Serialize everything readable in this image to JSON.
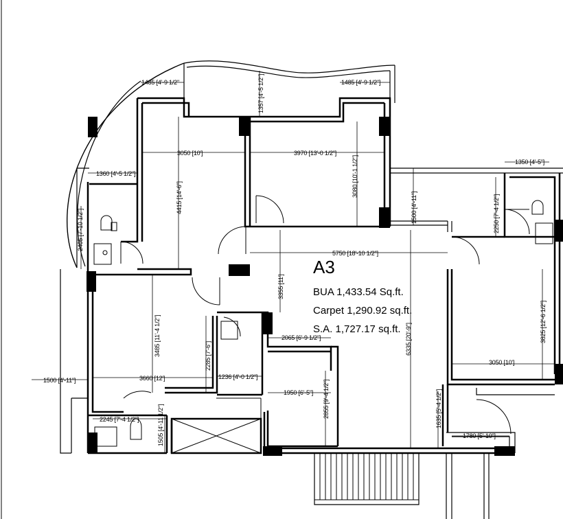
{
  "unit": {
    "name": "A3",
    "bua": "BUA 1,433.54 Sq.ft.",
    "carpet": "Carpet 1,290.92 sq.ft.",
    "sa": "S.A. 1,727.17 sq.ft."
  },
  "dimensions": {
    "d1": "1485 [4'-9 1/2\"",
    "d2": "1357 [4'-5 1/2\"]",
    "d3": "1485 [4'-9 1/2\"]",
    "d4": "3050 [10']",
    "d5": "3970 [13'-0 1/2\"]",
    "d6": "1350 [4'-5\"]",
    "d7": "1360 [4'-5 1/2\"]",
    "d8": "4415 [14'-6\"]",
    "d9": "3080 [10'-1 1/2\"]",
    "d10": "1500 [4'-11\"]",
    "d11": "2250 [7'-4 1/2\"]",
    "d12": "2405 [7'-10 1/2\"]",
    "d13": "5750 [18'-10 1/2\"]",
    "d14": "3355 [11']",
    "d15": "3825 [12'-6 1/2\"]",
    "d16": "3485 [11'-4 1/2\"]",
    "d17": "2285 [7'-6\"]",
    "d18": "2065 [6'-9 1/2\"]",
    "d19": "6335 [20'-9\"]",
    "d20": "3050 [10']",
    "d21": "1500 [4'-11\"]",
    "d22": "3660 [12']",
    "d23": "1236 [4'-0 1/2\"]",
    "d24": "1950 [6'-5\"]",
    "d25": "2855 [9'-4 1/2\"]",
    "d26": "2245 [7'-4 1/2\"]",
    "d27": "1505 [4'-11 1/2\"]",
    "d28": "1635 [5'-4 1/2\"]",
    "d29": "1780 [5'-10\"]"
  }
}
